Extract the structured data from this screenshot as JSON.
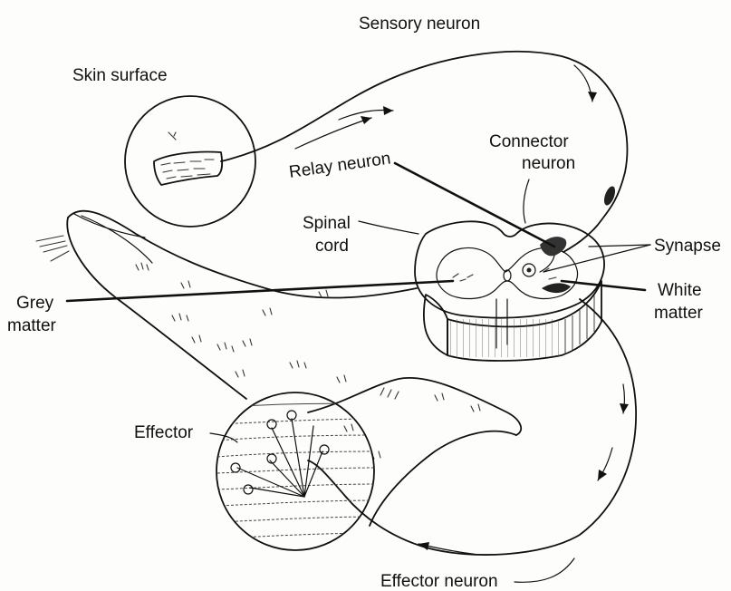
{
  "diagram": {
    "labels": {
      "skin_surface": "Skin  surface",
      "sensory_neuron": "Sensory  neuron",
      "relay_neuron": "Relay neuron",
      "connector_neuron_line1": "Connector",
      "connector_neuron_line2": "neuron",
      "spinal_cord_line1": "Spinal",
      "spinal_cord_line2": "cord",
      "synapse": "Synapse",
      "white_matter_line1": "White",
      "white_matter_line2": "matter",
      "grey_matter_line1": "Grey",
      "grey_matter_line2": "matter",
      "effector": "Effector",
      "effector_neuron": "Effector neuron"
    }
  }
}
